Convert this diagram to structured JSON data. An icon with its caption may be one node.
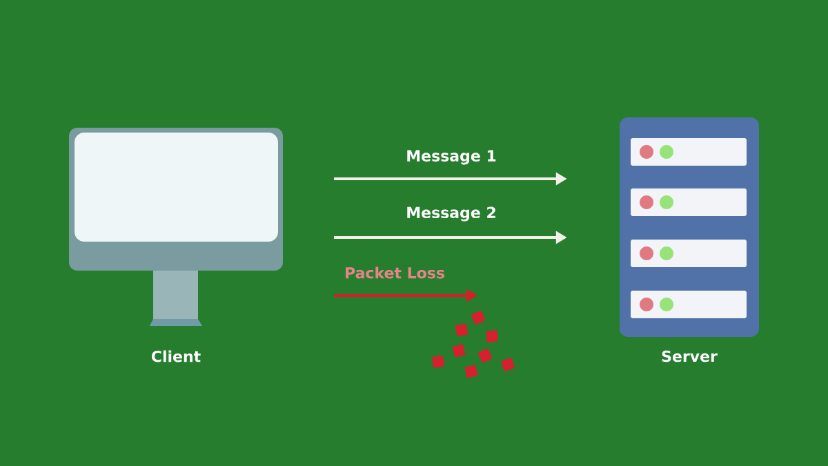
{
  "diagram": {
    "nodes": [
      {
        "text": [
          "Client"
        ]
      },
      {
        "text": [
          "Server"
        ]
      },
      {
        "text": [],
        "shape": "picture"
      }
    ],
    "edges": [
      {
        "from": null,
        "to": 1,
        "arrow": "to",
        "label": "Message 1"
      },
      {
        "from": null,
        "to": 1,
        "arrow": "to",
        "label": "Message 2"
      },
      {
        "from": null,
        "to": 2,
        "arrow": "to",
        "label": "Packet Loss",
        "color": "#d42027"
      }
    ]
  }
}
